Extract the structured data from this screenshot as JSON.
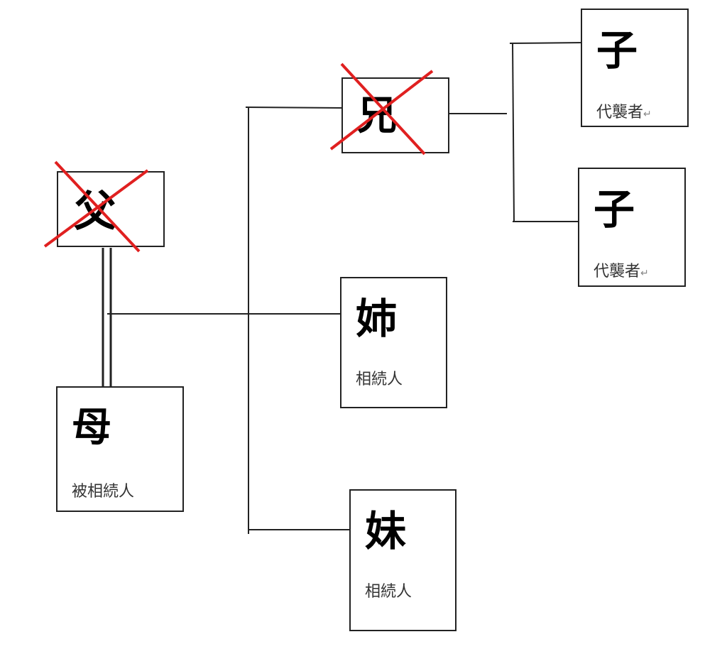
{
  "colors": {
    "line": "#222222",
    "cross": "#e02020"
  },
  "father": {
    "name": "父",
    "deceased": true
  },
  "mother": {
    "name": "母",
    "role": "被相続人"
  },
  "brother": {
    "name": "兄",
    "deceased": true
  },
  "elder_sister": {
    "name": "姉",
    "role": "相続人"
  },
  "younger_sister": {
    "name": "妹",
    "role": "相続人"
  },
  "child1": {
    "name": "子",
    "role": "代襲者",
    "mark": "↵"
  },
  "child2": {
    "name": "子",
    "role": "代襲者",
    "mark": "↵"
  }
}
